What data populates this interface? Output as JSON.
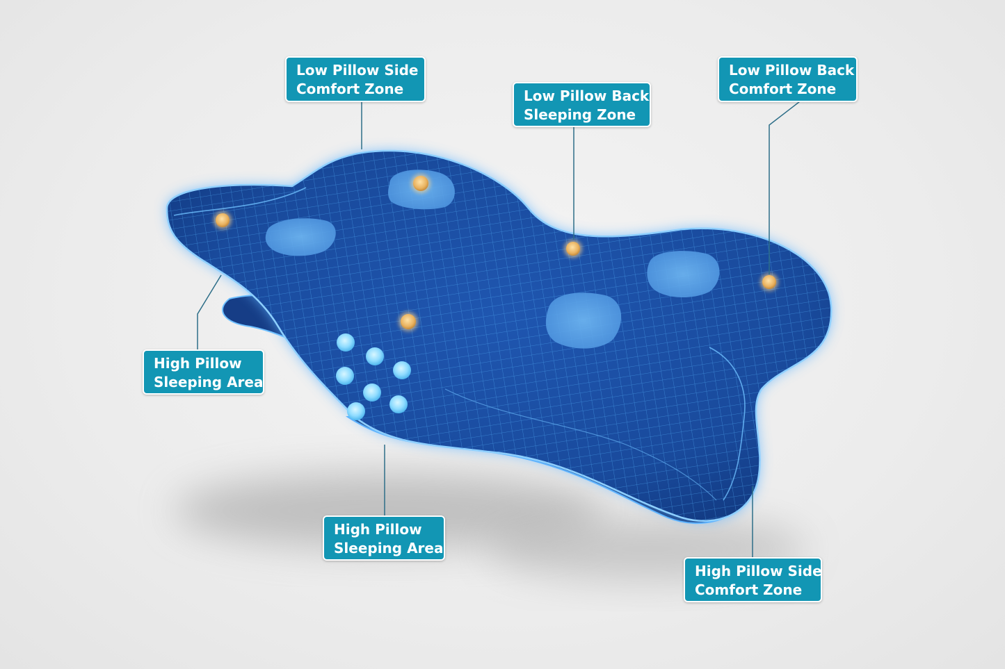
{
  "colors": {
    "callout_bg": "#1296b4",
    "pillow_fill": "#1b4a9e",
    "pillow_dark": "#12306e",
    "mesh_line": "#4fa7f0",
    "glow": "#5fb4ff",
    "pressure_dot": "#e9b25f",
    "support_node": "#8fdcff",
    "leader_line": "#2d6e88"
  },
  "labels": {
    "low_side_top": {
      "line1": "Low Pillow Side",
      "line2": "Comfort Zone"
    },
    "low_back_mid": {
      "line1": "Low Pillow Back",
      "line2": "Sleeping Zone"
    },
    "low_back_right": {
      "line1": "Low Pillow Back",
      "line2": "Comfort Zone"
    },
    "high_left": {
      "line1": "High Pillow",
      "line2": "Sleeping Area"
    },
    "high_bottom": {
      "line1": "High Pillow",
      "line2": "Sleeping Area"
    },
    "high_side": {
      "line1": "High Pillow Side",
      "line2": "Comfort Zone"
    }
  },
  "icons": {
    "pressure_point": "pressure-dot-icon",
    "support_node": "support-node-icon"
  }
}
